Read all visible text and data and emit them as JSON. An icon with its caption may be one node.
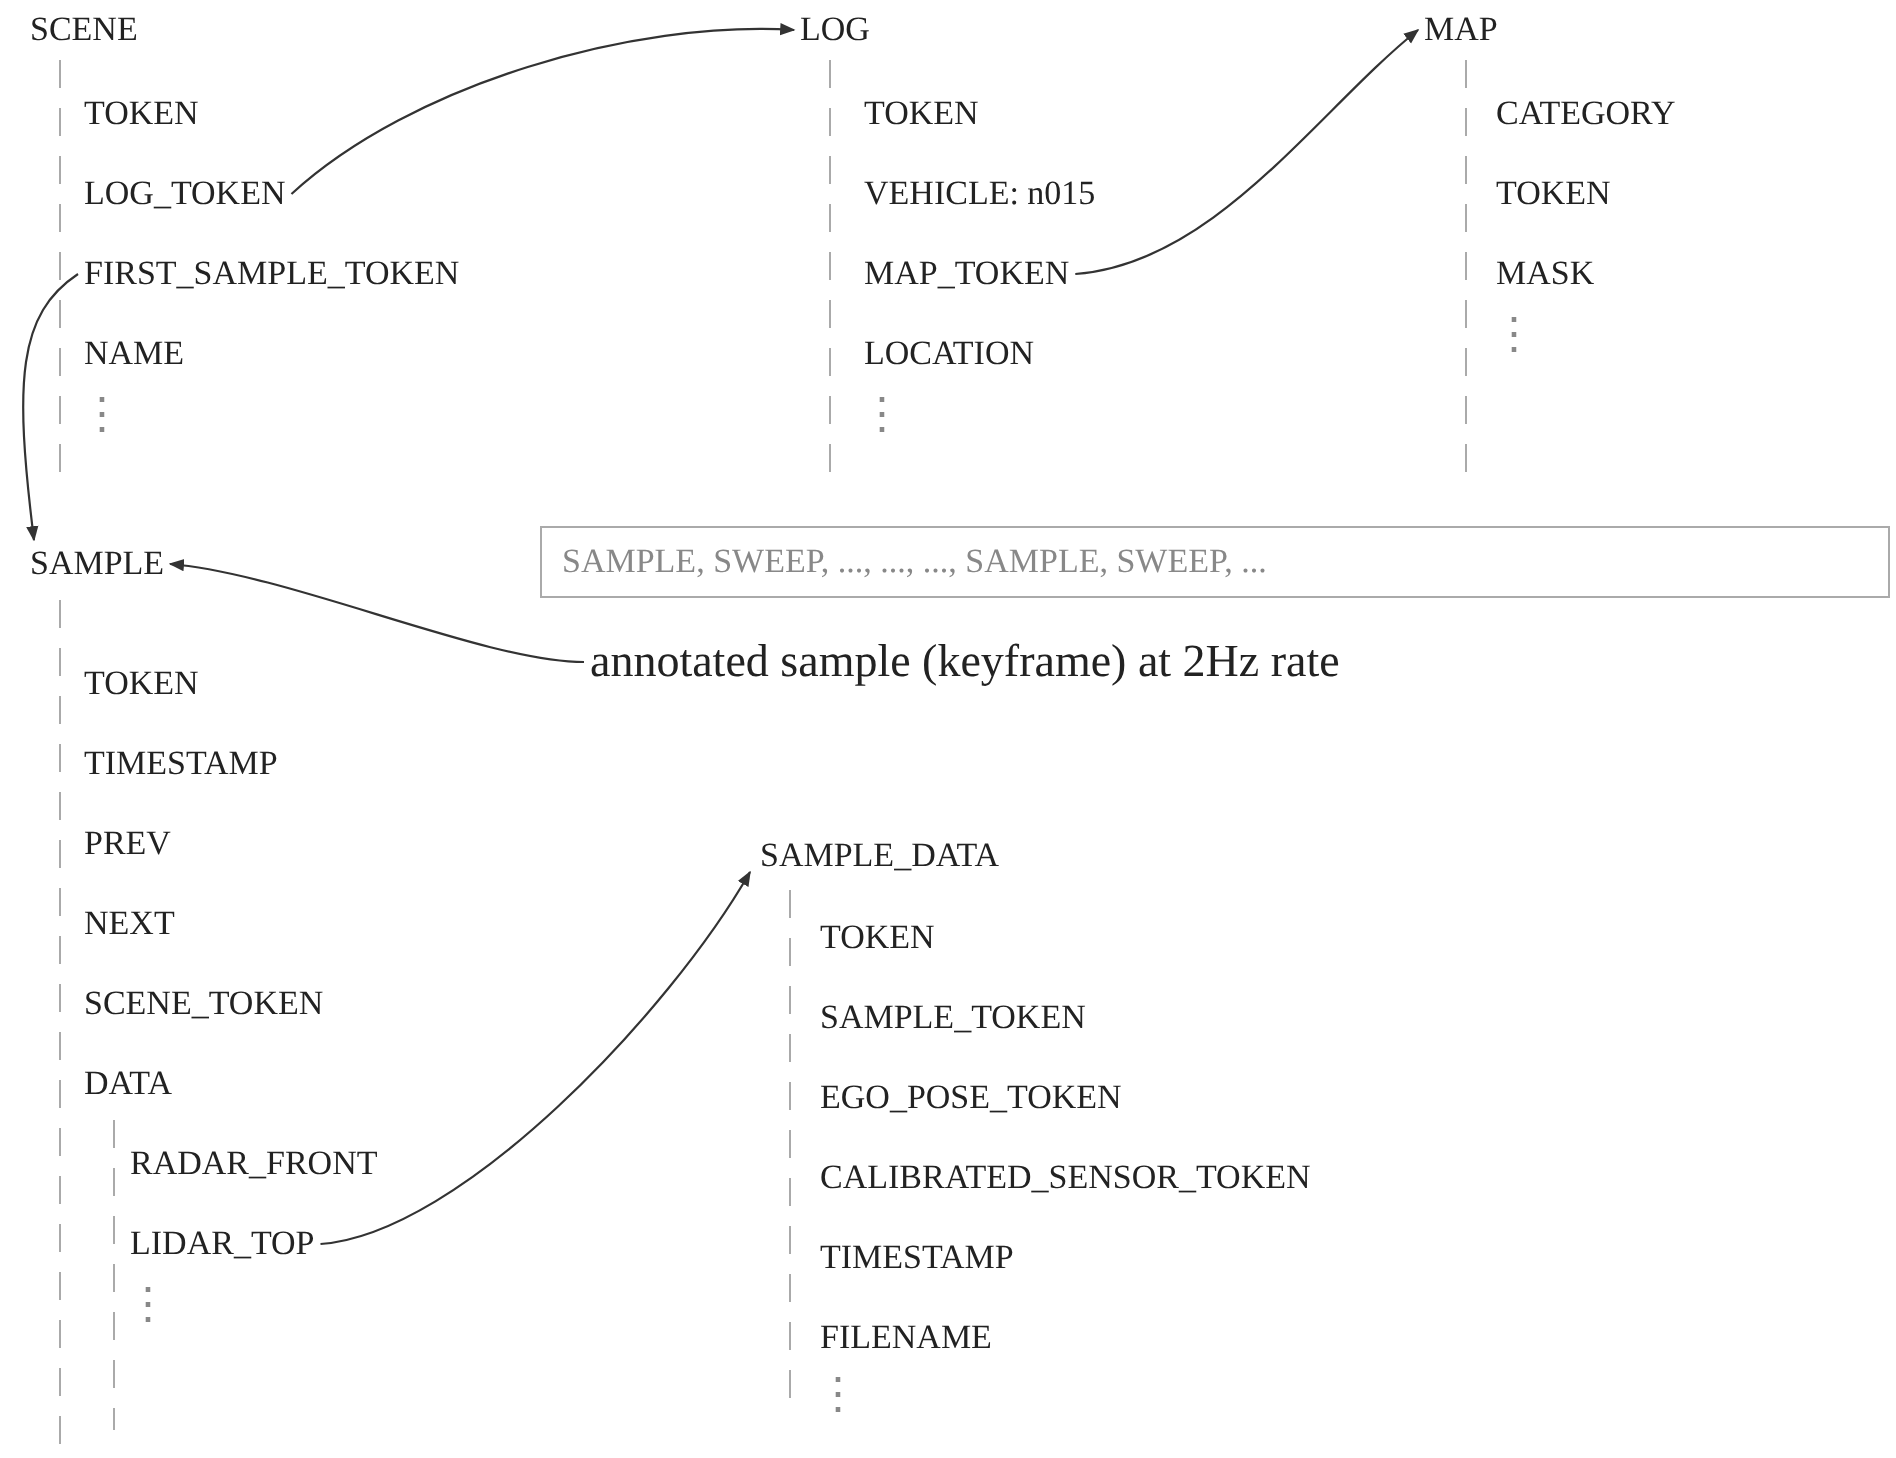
{
  "diagram": {
    "nodes": [
      {
        "text": [
          "LOG"
        ]
      },
      {
        "text": [
          "MAP"
        ]
      },
      {
        "text": [
          "LOG_TOKEN"
        ]
      },
      {
        "text": [
          "MAP_TOKEN"
        ]
      },
      {
        "text": [
          "FIRST_SAMPLE_TOKEN"
        ]
      },
      {
        "text": [
          "SAMPLE"
        ]
      },
      {
        "text": [
          "SAMPLE, SWEEP, ..., ..., ..., SAMPLE, SWEEP, ..."
        ]
      },
      {
        "text": [
          "annotated sample (keyframe) at 2Hz rate"
        ]
      },
      {
        "text": [
          "SAMPLE_DATA"
        ]
      },
      {
        "text": [
          "LIDAR_TOP"
        ]
      }
    ],
    "edges": [
      {
        "from": 2,
        "to": 0,
        "arrow": "to"
      },
      {
        "from": 3,
        "to": 1,
        "arrow": "to"
      },
      {
        "from": 4,
        "to": 5,
        "arrow": "to"
      },
      {
        "from": 7,
        "to": 5,
        "arrow": "to"
      },
      {
        "from": 9,
        "to": 8,
        "arrow": "to"
      }
    ],
    "labels": [
      "SCENE",
      "TOKEN",
      "NAME",
      "⋮",
      "TOKEN",
      "VEHICLE: n015",
      "LOCATION",
      "⋮",
      "CATEGORY",
      "TOKEN",
      "MASK",
      "⋮",
      "TOKEN",
      "TIMESTAMP",
      "PREV",
      "NEXT",
      "SCENE_TOKEN",
      "DATA",
      "RADAR_FRONT",
      "⋮",
      "TOKEN",
      "SAMPLE_TOKEN",
      "EGO_POSE_TOKEN",
      "CALIBRATED_SENSOR_TOKEN",
      "TIMESTAMP",
      "FILENAME",
      "⋮"
    ]
  }
}
